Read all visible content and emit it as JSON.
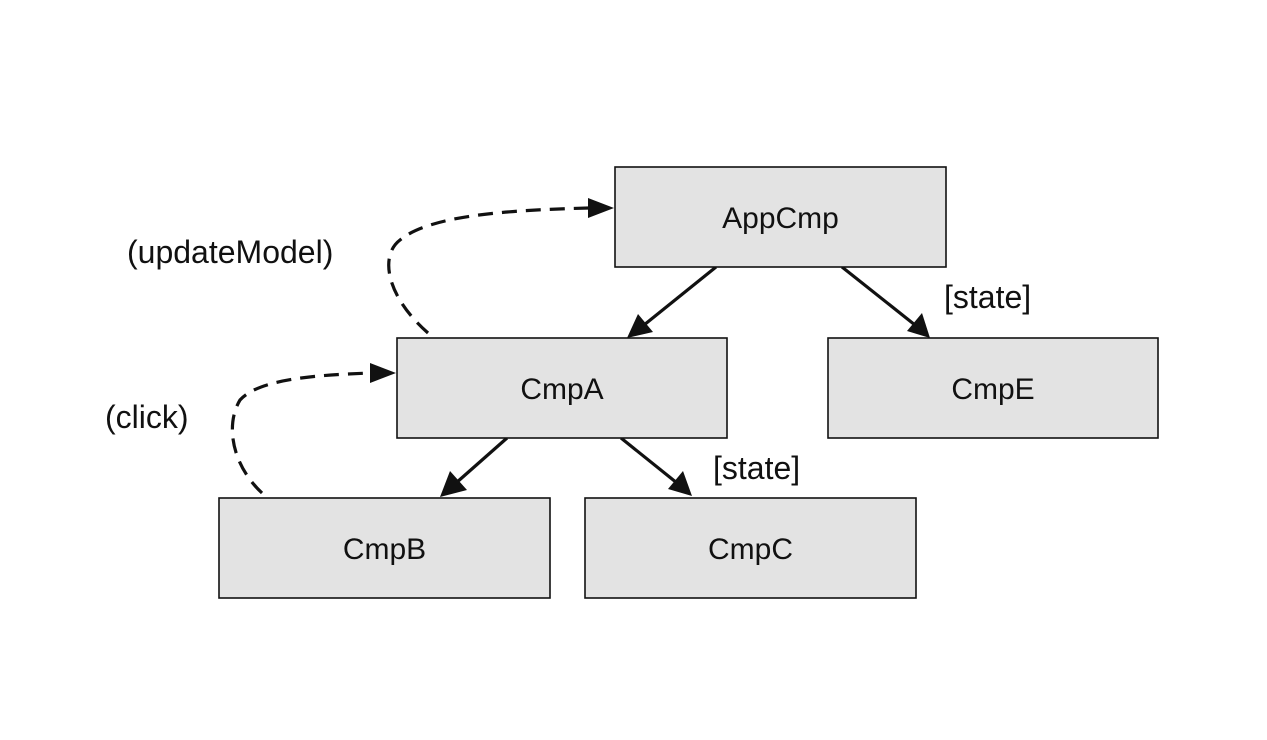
{
  "nodes": {
    "appcmp": "AppCmp",
    "cmpa": "CmpA",
    "cmpe": "CmpE",
    "cmpb": "CmpB",
    "cmpc": "CmpC"
  },
  "edge_labels": {
    "state_appcmp_cmpe": "[state]",
    "state_cmpa_cmpc": "[state]",
    "update_model": "(updateModel)",
    "click": "(click)"
  },
  "colors": {
    "node_fill": "#e3e3e3",
    "stroke": "#111111"
  }
}
